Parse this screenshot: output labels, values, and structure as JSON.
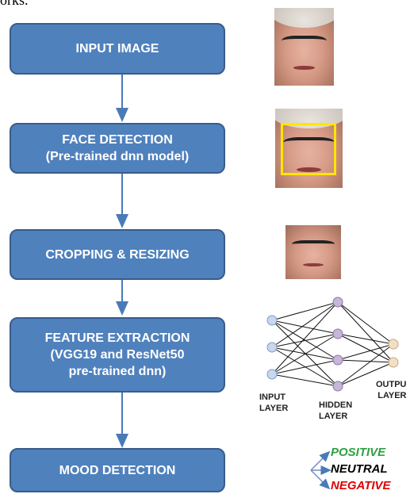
{
  "top_note": "orks.",
  "steps": [
    {
      "lines": [
        "INPUT IMAGE"
      ]
    },
    {
      "lines": [
        "FACE DETECTION",
        "(Pre-trained dnn model)"
      ]
    },
    {
      "lines": [
        "CROPPING & RESIZING"
      ]
    },
    {
      "lines": [
        "FEATURE EXTRACTION",
        "(VGG19 and ResNet50",
        "pre-trained dnn)"
      ]
    },
    {
      "lines": [
        "MOOD DETECTION"
      ]
    }
  ],
  "network": {
    "input_label": [
      "INPUT",
      "LAYER"
    ],
    "hidden_label": [
      "HIDDEN",
      "LAYER"
    ],
    "output_label": [
      "OUTPU",
      "LAYER"
    ]
  },
  "moods": [
    {
      "label": "POSITIVE",
      "color": "#2ea043"
    },
    {
      "label": "NEUTRAL",
      "color": "#000000"
    },
    {
      "label": "NEGATIVE",
      "color": "#e00000"
    }
  ],
  "colors": {
    "box_fill": "#4f81bd",
    "box_border": "#385d8a",
    "arrow": "#4a7ab8",
    "detection_box": "#ffe600",
    "node_fill": "#c9d7ec",
    "hidden_fill": "#c7b6d8",
    "output_fill": "#f2dfc6"
  }
}
